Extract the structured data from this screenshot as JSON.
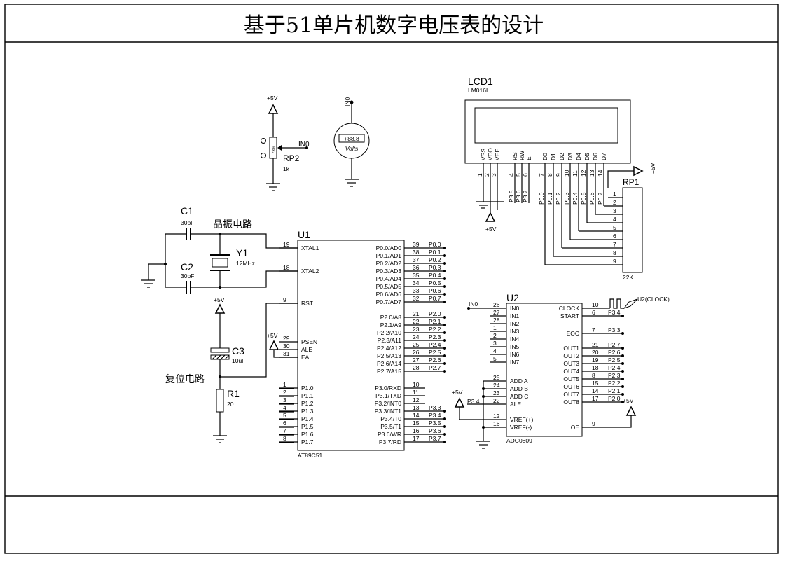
{
  "title": "基于51单片机数字电压表的设计",
  "lcd": {
    "ref": "LCD1",
    "part": "LM016L",
    "pins": [
      "VSS",
      "VDD",
      "VEE",
      "RS",
      "RW",
      "E",
      "D0",
      "D1",
      "D2",
      "D3",
      "D4",
      "D5",
      "D6",
      "D7"
    ],
    "pin_numbers": [
      "1",
      "2",
      "3",
      "4",
      "5",
      "6",
      "7",
      "8",
      "9",
      "10",
      "11",
      "12",
      "13",
      "14"
    ],
    "ctrl_nets": [
      "P3.5",
      "P3.6",
      "P3.7"
    ],
    "data_nets": [
      "P0.0",
      "P0.1",
      "P0.2",
      "P0.3",
      "P0.4",
      "P0.5",
      "P0.6",
      "P0.7"
    ]
  },
  "rp1": {
    "ref": "RP1",
    "value": "22K",
    "pins": [
      "1",
      "2",
      "3",
      "4",
      "5",
      "6",
      "7",
      "8",
      "9"
    ],
    "power": "+5V"
  },
  "lcd_power": "+5V",
  "rp2": {
    "ref": "RP2",
    "value": "1k",
    "net": "IN0",
    "power": "+5V",
    "pct": "73%"
  },
  "voltmeter": {
    "reading": "+88.8",
    "unit": "Volts",
    "net": "IN0"
  },
  "crystal": {
    "c1": "C1",
    "c1v": "30pF",
    "c2": "C2",
    "c2v": "30pF",
    "y1": "Y1",
    "y1v": "12MHz",
    "label": "晶振电路"
  },
  "reset": {
    "c3": "C3",
    "c3v": "10uF",
    "r1": "R1",
    "r1v": "20",
    "label": "复位电路",
    "power": "+5V"
  },
  "mcu": {
    "ref": "U1",
    "part": "AT89C51",
    "left": [
      {
        "num": "19",
        "name": "XTAL1"
      },
      {
        "num": "18",
        "name": "XTAL2"
      },
      {
        "num": "9",
        "name": "RST"
      },
      {
        "num": "29",
        "name": "PSEN"
      },
      {
        "num": "30",
        "name": "ALE"
      },
      {
        "num": "31",
        "name": "EA"
      },
      {
        "num": "1",
        "name": "P1.0"
      },
      {
        "num": "2",
        "name": "P1.1"
      },
      {
        "num": "3",
        "name": "P1.2"
      },
      {
        "num": "4",
        "name": "P1.3"
      },
      {
        "num": "5",
        "name": "P1.4"
      },
      {
        "num": "6",
        "name": "P1.5"
      },
      {
        "num": "7",
        "name": "P1.6"
      },
      {
        "num": "8",
        "name": "P1.7"
      }
    ],
    "ea_power": "+5V",
    "right": [
      {
        "num": "39",
        "name": "P0.0/AD0",
        "net": "P0.0"
      },
      {
        "num": "38",
        "name": "P0.1/AD1",
        "net": "P0.1"
      },
      {
        "num": "37",
        "name": "P0.2/AD2",
        "net": "P0.2"
      },
      {
        "num": "36",
        "name": "P0.3/AD3",
        "net": "P0.3"
      },
      {
        "num": "35",
        "name": "P0.4/AD4",
        "net": "P0.4"
      },
      {
        "num": "34",
        "name": "P0.5/AD5",
        "net": "P0.5"
      },
      {
        "num": "33",
        "name": "P0.6/AD6",
        "net": "P0.6"
      },
      {
        "num": "32",
        "name": "P0.7/AD7",
        "net": "P0.7"
      },
      {
        "num": "21",
        "name": "P2.0/A8",
        "net": "P2.0"
      },
      {
        "num": "22",
        "name": "P2.1/A9",
        "net": "P2.1"
      },
      {
        "num": "23",
        "name": "P2.2/A10",
        "net": "P2.2"
      },
      {
        "num": "24",
        "name": "P2.3/A11",
        "net": "P2.3"
      },
      {
        "num": "25",
        "name": "P2.4/A12",
        "net": "P2.4"
      },
      {
        "num": "26",
        "name": "P2.5/A13",
        "net": "P2.5"
      },
      {
        "num": "27",
        "name": "P2.6/A14",
        "net": "P2.6"
      },
      {
        "num": "28",
        "name": "P2.7/A15",
        "net": "P2.7"
      },
      {
        "num": "10",
        "name": "P3.0/RXD",
        "net": ""
      },
      {
        "num": "11",
        "name": "P3.1/TXD",
        "net": ""
      },
      {
        "num": "12",
        "name": "P3.2/INT0",
        "net": ""
      },
      {
        "num": "13",
        "name": "P3.3/INT1",
        "net": "P3.3"
      },
      {
        "num": "14",
        "name": "P3.4/T0",
        "net": "P3.4"
      },
      {
        "num": "15",
        "name": "P3.5/T1",
        "net": "P3.5"
      },
      {
        "num": "16",
        "name": "P3.6/WR",
        "net": "P3.6"
      },
      {
        "num": "17",
        "name": "P3.7/RD",
        "net": "P3.7"
      }
    ]
  },
  "adc": {
    "ref": "U2",
    "part": "ADC0809",
    "left": [
      {
        "num": "26",
        "name": "IN0"
      },
      {
        "num": "27",
        "name": "IN1"
      },
      {
        "num": "28",
        "name": "IN2"
      },
      {
        "num": "1",
        "name": "IN3"
      },
      {
        "num": "2",
        "name": "IN4"
      },
      {
        "num": "3",
        "name": "IN5"
      },
      {
        "num": "4",
        "name": "IN6"
      },
      {
        "num": "5",
        "name": "IN7"
      },
      {
        "num": "25",
        "name": "ADD A"
      },
      {
        "num": "24",
        "name": "ADD B"
      },
      {
        "num": "23",
        "name": "ADD C"
      },
      {
        "num": "22",
        "name": "ALE"
      },
      {
        "num": "12",
        "name": "VREF(+)"
      },
      {
        "num": "16",
        "name": "VREF(-)"
      }
    ],
    "right": [
      {
        "num": "10",
        "name": "CLOCK",
        "net": ""
      },
      {
        "num": "6",
        "name": "START",
        "net": "P3.4"
      },
      {
        "num": "7",
        "name": "EOC",
        "net": "P3.3"
      },
      {
        "num": "21",
        "name": "OUT1",
        "net": "P2.7"
      },
      {
        "num": "20",
        "name": "OUT2",
        "net": "P2.6"
      },
      {
        "num": "19",
        "name": "OUT3",
        "net": "P2.5"
      },
      {
        "num": "18",
        "name": "OUT4",
        "net": "P2.4"
      },
      {
        "num": "8",
        "name": "OUT5",
        "net": "P2.3"
      },
      {
        "num": "15",
        "name": "OUT6",
        "net": "P2.2"
      },
      {
        "num": "14",
        "name": "OUT7",
        "net": "P2.1"
      },
      {
        "num": "17",
        "name": "OUT8",
        "net": "P2.0"
      },
      {
        "num": "9",
        "name": "OE",
        "net": ""
      }
    ],
    "in_net": "IN0",
    "ale_net": "P3.4",
    "vref_power": "+5V",
    "oe_power": "+5V",
    "clock_label": "U2(CLOCK)"
  }
}
